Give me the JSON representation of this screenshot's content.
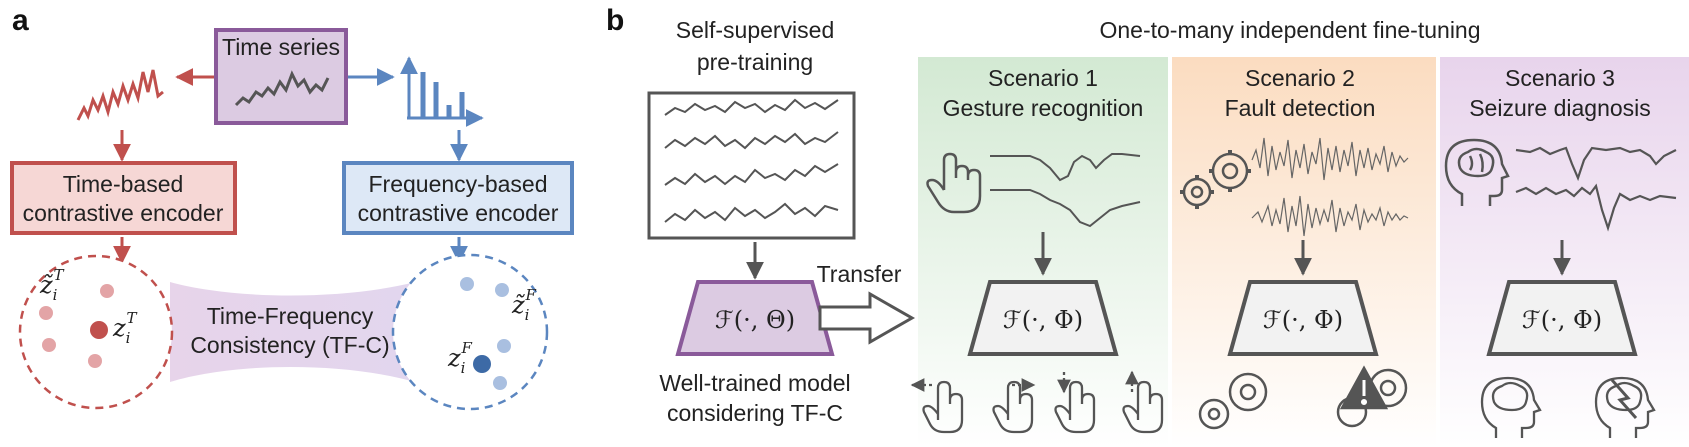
{
  "panel_a": {
    "label": "a",
    "time_series_label": "Time series",
    "time_encoder_label": [
      "Time-based",
      "contrastive encoder"
    ],
    "freq_encoder_label": [
      "Frequency-based",
      "contrastive encoder"
    ],
    "consistency_label": [
      "Time-Frequency",
      "Consistency (TF-C)"
    ],
    "z_tilde_T": "z̃",
    "z_T": "z",
    "z_tilde_F": "z̃",
    "z_F": "z",
    "sub_i": "i",
    "sup_T": "T",
    "sup_F": "F"
  },
  "panel_b": {
    "label": "b",
    "pretrain_label": [
      "Self-supervised",
      "pre-training"
    ],
    "model_label": [
      "Well-trained model",
      "considering TF-C"
    ],
    "transfer_label": "Transfer",
    "finetune_title": "One-to-many independent fine-tuning",
    "pretrained_model_formula": "ℱ(·, Θ)",
    "finetuned_model_formula": "ℱ(·, Φ)",
    "scenarios": [
      {
        "title": "Scenario 1",
        "subtitle": "Gesture recognition",
        "color": "#d9ecd9"
      },
      {
        "title": "Scenario 2",
        "subtitle": "Fault detection",
        "color": "#fbe3cc"
      },
      {
        "title": "Scenario 3",
        "subtitle": "Seizure diagnosis",
        "color": "#ecdcef"
      }
    ]
  },
  "colors": {
    "time_red": "#c0504d",
    "time_red_fill": "#f6d7d5",
    "freq_blue": "#5b86c0",
    "freq_blue_fill": "#dde8f6",
    "purple": "#8a5a9a",
    "purple_fill": "#dccbe2",
    "gray": "#555555"
  }
}
